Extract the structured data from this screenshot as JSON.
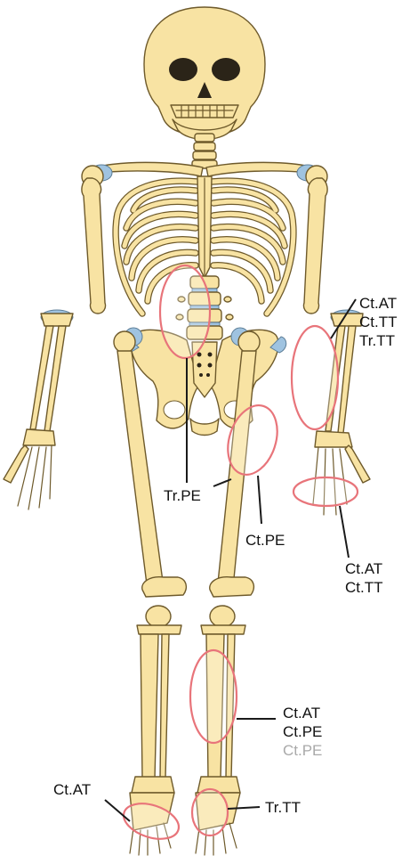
{
  "diagram": {
    "subject": "human skeleton, anterior view",
    "colors": {
      "bone": "#f8e3a3",
      "bone_outline": "#6e5a2b",
      "cartilage": "#9fc3e0",
      "highlight_ring": "#e8747a",
      "leader_line": "#1a1a1a",
      "faint_text": "#a9a9a9"
    },
    "labels": {
      "forearm": [
        "Ct.AT",
        "Ct.TT",
        "Tr.TT"
      ],
      "spine": "Tr.PE",
      "femur": "Ct.PE",
      "hand": [
        "Ct.AT",
        "Ct.TT"
      ],
      "tibia": [
        "Ct.AT",
        "Ct.PE",
        "Ct.PE"
      ],
      "right_foot": "Ct.AT",
      "left_foot": "Tr.TT"
    }
  }
}
